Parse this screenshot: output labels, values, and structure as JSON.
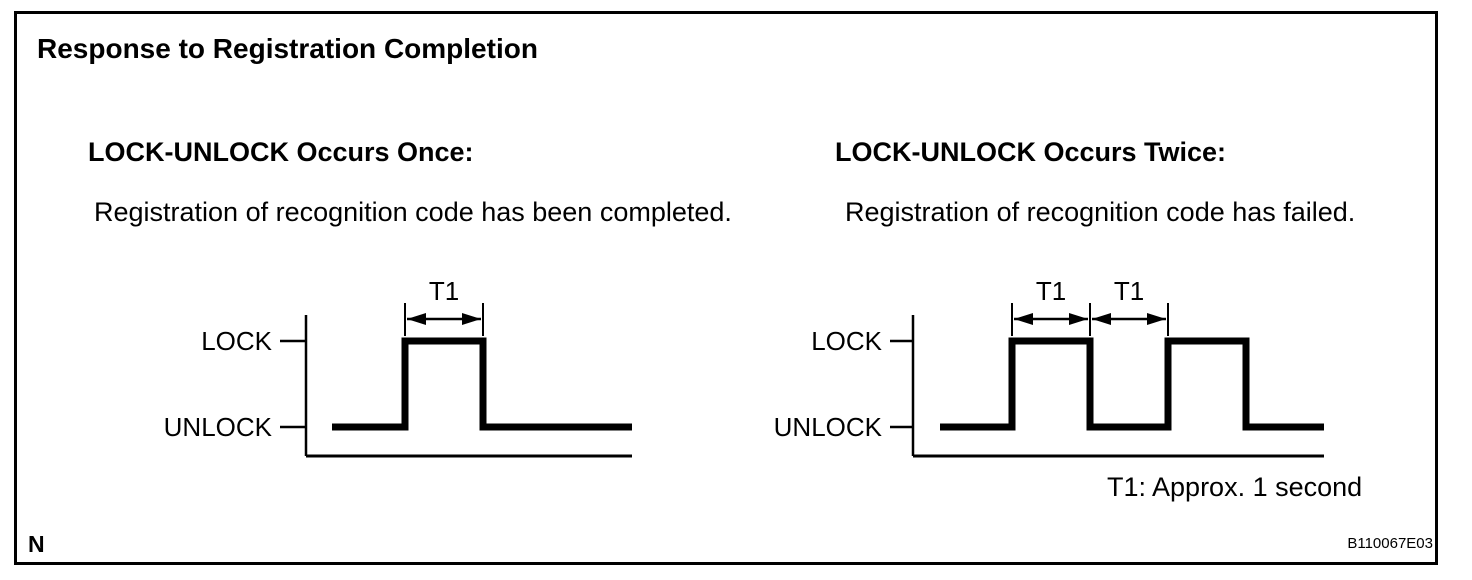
{
  "figure": {
    "title": "Response to Registration Completion",
    "note": "T1: Approx. 1 second",
    "footer_mark": "N",
    "doc_code": "B110067E03"
  },
  "sections": [
    {
      "heading": "LOCK-UNLOCK Occurs Once:",
      "description": "Registration of recognition code has been completed.",
      "diagram": {
        "high_label": "LOCK",
        "low_label": "UNLOCK",
        "interval_label": "T1",
        "segments": [
          {
            "level": "low",
            "t1_units": 0.94
          },
          {
            "level": "high",
            "t1_units": 1.0
          },
          {
            "level": "low",
            "t1_units": 1.91
          }
        ],
        "t1_marked_segments": [
          1
        ]
      }
    },
    {
      "heading": "LOCK-UNLOCK Occurs Twice:",
      "description": "Registration of recognition code has failed.",
      "diagram": {
        "high_label": "LOCK",
        "low_label": "UNLOCK",
        "interval_label": "T1",
        "segments": [
          {
            "level": "low",
            "t1_units": 0.92
          },
          {
            "level": "high",
            "t1_units": 1.0
          },
          {
            "level": "low",
            "t1_units": 1.0
          },
          {
            "level": "high",
            "t1_units": 1.0
          },
          {
            "level": "low",
            "t1_units": 1.0
          }
        ],
        "t1_marked_segments": [
          1,
          2
        ]
      }
    }
  ],
  "colors": {
    "ink": "#000000",
    "background": "#ffffff"
  }
}
